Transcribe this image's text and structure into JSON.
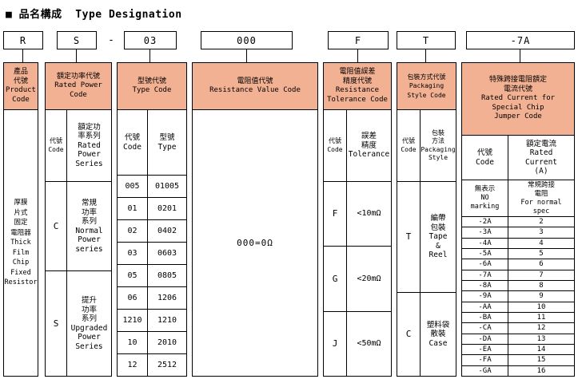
{
  "title": "■ 品名構成  Type Designation",
  "colors": {
    "header_bg": "#F3B193",
    "border": "#000000",
    "text": "#000000"
  },
  "part_number": {
    "product": "R",
    "power": "S",
    "dash": "-",
    "type": "03",
    "resistance": "000",
    "tolerance": "F",
    "packaging": "T",
    "jumper": "-7A"
  },
  "columns": {
    "product": {
      "header": "產品\n代號\nProduct\nCode",
      "body": "厚膜\n片式\n固定\n電阻器\nThick\nFilm\nChip\nFixed\nResistor"
    },
    "power": {
      "header": "額定功率代號\nRated Power\nCode",
      "sub_code": "代號\nCode",
      "sub_desc": "額定功\n率系列\nRated\nPower\nSeries",
      "rows": [
        {
          "code": "C",
          "desc": "常規\n功率\n系列\nNormal\nPower\nseries"
        },
        {
          "code": "S",
          "desc": "提升\n功率\n系列\nUpgraded\nPower\nSeries"
        }
      ]
    },
    "type": {
      "header": "型號代號\nType Code",
      "sub_code": "代號\nCode",
      "sub_desc": "型號\nType",
      "rows": [
        {
          "code": "005",
          "type": "01005"
        },
        {
          "code": "01",
          "type": "0201"
        },
        {
          "code": "02",
          "type": "0402"
        },
        {
          "code": "03",
          "type": "0603"
        },
        {
          "code": "05",
          "type": "0805"
        },
        {
          "code": "06",
          "type": "1206"
        },
        {
          "code": "1210",
          "type": "1210"
        },
        {
          "code": "10",
          "type": "2010"
        },
        {
          "code": "12",
          "type": "2512"
        }
      ]
    },
    "resistance": {
      "header": "電阻值代號\nResistance Value Code",
      "body": "000=0Ω"
    },
    "tolerance": {
      "header": "電阻值誤差\n精度代號\nResistance\nTolerance Code",
      "sub_code": "代號\nCode",
      "sub_desc": "誤差\n精度\nTolerance",
      "rows": [
        {
          "code": "F",
          "desc": "<10mΩ"
        },
        {
          "code": "G",
          "desc": "<20mΩ"
        },
        {
          "code": "J",
          "desc": "<50mΩ"
        }
      ]
    },
    "packaging": {
      "header": "包裝方式代號\nPackaging\nStyle Code",
      "sub_code": "代號\nCode",
      "sub_desc": "包裝\n方法\nPackaging\nStyle",
      "rows": [
        {
          "code": "T",
          "desc": "編帶\n包裝\nTape\n&\nReel"
        },
        {
          "code": "C",
          "desc": "塑料袋\n散裝\nCase"
        }
      ]
    },
    "jumper": {
      "header": "特殊跨接電阻額定\n電流代號\nRated Current for\nSpecial Chip\nJumper Code",
      "sub_code": "代號\nCode",
      "sub_desc": "額定電流\nRated\nCurrent\n(A)",
      "special": {
        "code": "無表示\nNO\nmarking",
        "desc": "常規跨接\n電阻\nFor normal\nspec"
      },
      "rows": [
        {
          "code": "-2A",
          "current": "2"
        },
        {
          "code": "-3A",
          "current": "3"
        },
        {
          "code": "-4A",
          "current": "4"
        },
        {
          "code": "-5A",
          "current": "5"
        },
        {
          "code": "-6A",
          "current": "6"
        },
        {
          "code": "-7A",
          "current": "7"
        },
        {
          "code": "-8A",
          "current": "8"
        },
        {
          "code": "-9A",
          "current": "9"
        },
        {
          "code": "-AA",
          "current": "10"
        },
        {
          "code": "-BA",
          "current": "11"
        },
        {
          "code": "-CA",
          "current": "12"
        },
        {
          "code": "-DA",
          "current": "13"
        },
        {
          "code": "-EA",
          "current": "14"
        },
        {
          "code": "-FA",
          "current": "15"
        },
        {
          "code": "-GA",
          "current": "16"
        }
      ]
    }
  }
}
